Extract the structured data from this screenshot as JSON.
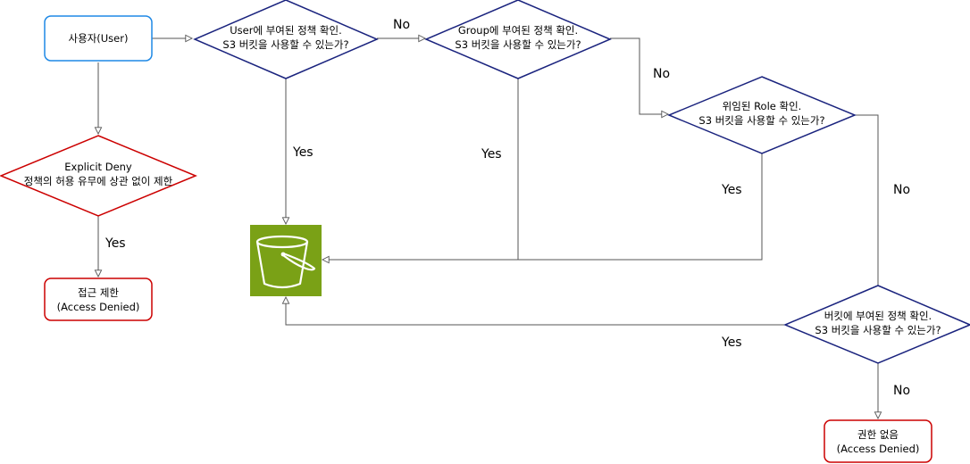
{
  "nodes": {
    "user": {
      "line1": "사용자(User)"
    },
    "user_policy": {
      "line1": "User에 부여된 정책 확인.",
      "line2": "S3 버킷을 사용할 수 있는가?"
    },
    "group_policy": {
      "line1": "Group에 부여된 정책 확인.",
      "line2": "S3 버킷을 사용할 수 있는가?"
    },
    "role_policy": {
      "line1": "위임된 Role 확인.",
      "line2": "S3 버킷을 사용할 수 있는가?"
    },
    "explicit_deny": {
      "line1": "Explicit Deny",
      "line2": "정책의 허용 유무에 상관 없이 제한"
    },
    "access_denied": {
      "line1": "접근 제한",
      "line2": "(Access Denied)"
    },
    "bucket_policy": {
      "line1": "버킷에 부여된 정책 확인.",
      "line2": "S3 버킷을 사용할 수 있는가?"
    },
    "no_permission": {
      "line1": "권한 없음",
      "line2": "(Access Denied)"
    },
    "s3_bucket": {
      "icon": "s3-bucket-icon",
      "color": "#7AA116"
    }
  },
  "edges": {
    "user_to_group_no": "No",
    "group_to_role_no": "No",
    "user_yes": "Yes",
    "group_yes": "Yes",
    "role_yes": "Yes",
    "role_to_bucket_no": "No",
    "deny_yes": "Yes",
    "bucket_policy_yes": "Yes",
    "bucket_policy_no": "No"
  },
  "colors": {
    "start_border": "#1E88E5",
    "decision_border": "#1A237E",
    "deny_border": "#CC0000",
    "edge": "#555555"
  }
}
